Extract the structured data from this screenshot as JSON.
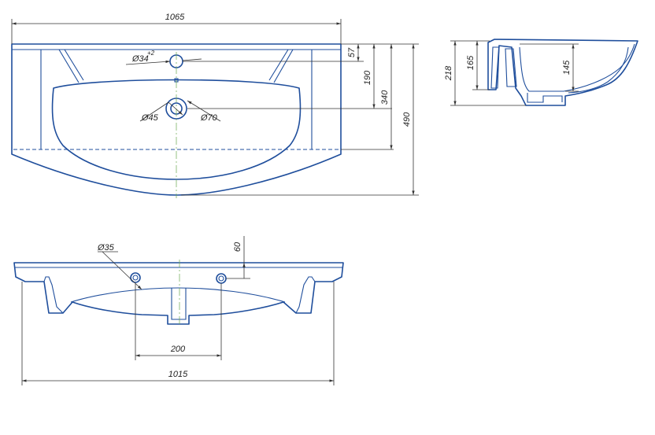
{
  "drawing": {
    "line_color": "#1f4e9c",
    "dim_color": "#333333",
    "center_color": "#6aa84f",
    "top_view": {
      "overall_width": "1065",
      "overflow_hole_depth": "57",
      "overflow_hole_dia": "Ø34",
      "overflow_hole_tol": "+2",
      "drain_depth": "190",
      "bowl_depth": "340",
      "overall_depth": "490",
      "drain_dia": "Ø45",
      "drain_outer_dia": "Ø70"
    },
    "side_view": {
      "overall_height": "218",
      "rim_height": "165",
      "bowl_height": "145"
    },
    "front_view": {
      "tap_hole_dia": "Ø35",
      "tap_hole_height": "60",
      "tap_spacing": "200",
      "base_width": "1015"
    }
  }
}
